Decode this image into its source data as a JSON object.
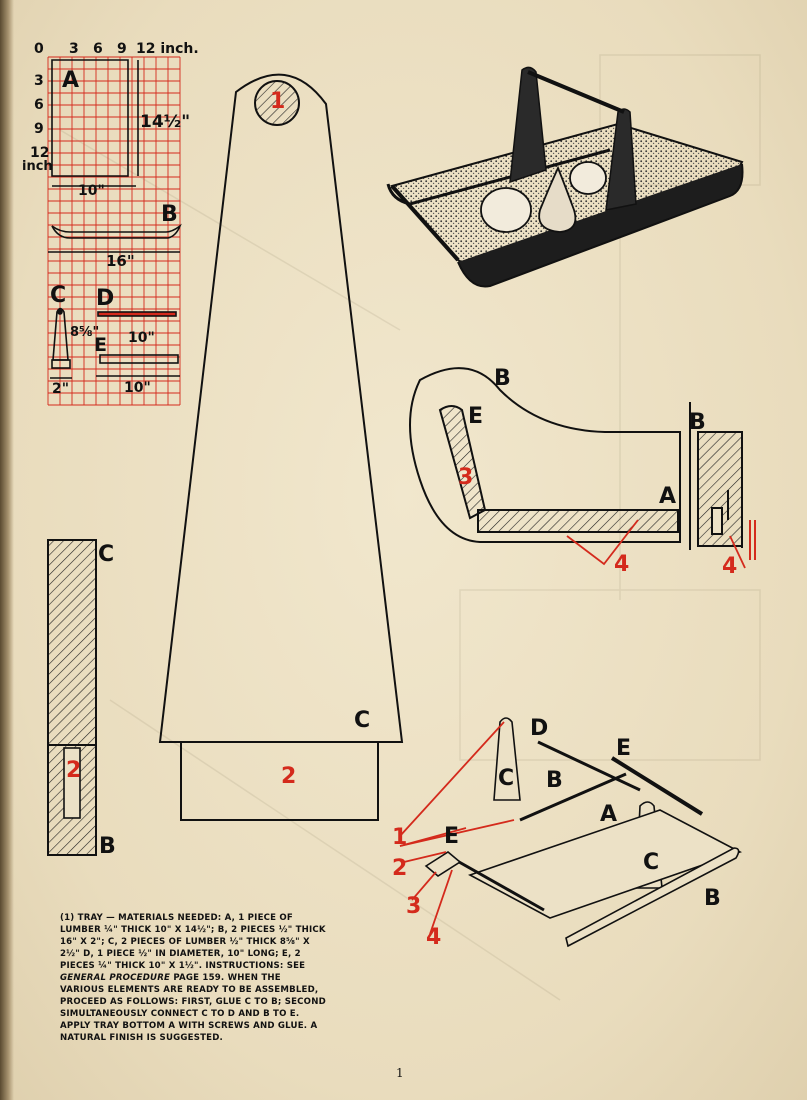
{
  "scale": {
    "ticks": [
      "0",
      "3",
      "6",
      "9",
      "12 inch."
    ],
    "side_ticks": [
      "3",
      "6",
      "9",
      "12"
    ],
    "side_unit": "inch"
  },
  "grid_dims": {
    "part_a_height": "14½\"",
    "part_a_width": "10\"",
    "part_b_length": "16\"",
    "part_c_height": "8⅝\"",
    "part_c_width": "2\"",
    "part_d_length": "10\"",
    "part_e_length": "10\""
  },
  "part_letters": {
    "a": "A",
    "b": "B",
    "c": "C",
    "d": "D",
    "e": "E"
  },
  "callouts": {
    "n1": "1",
    "n2": "2",
    "n3": "3",
    "n4": "4"
  },
  "instructions": {
    "heading": "(1) TRAY",
    "materials": " — MATERIALS NEEDED: A, 1 PIECE OF LUMBER ¼\" THICK 10\" x 14½\"; B, 2 PIECES ½\" THICK 16\" x 2\"; C, 2 PIECES OF LUMBER ½\" THICK 8⅝\" x 2½\" D, 1 PIECE ½\" IN DIAMETER, 10\" LONG; E, 2 PIECES ¼\" THICK 10\" x 1½\".",
    "label": "INSTRUCTIONS:",
    "see": " SEE ",
    "see_ref": "GENERAL PROCEDURE",
    "body": " PAGE 159. WHEN THE VARIOUS ELEMENTS ARE READY TO BE ASSEMBLED, PROCEED AS FOLLOWS: FIRST, GLUE C TO B; SECOND SIMULTANEOUSLY CONNECT C TO D AND B TO E. APPLY TRAY BOTTOM A WITH SCREWS AND GLUE. A NATURAL FINISH IS SUGGESTED."
  },
  "page_number": "1",
  "colors": {
    "ink": "#111111",
    "accent_red": "#d42a1c",
    "paper": "#ece1c6"
  }
}
